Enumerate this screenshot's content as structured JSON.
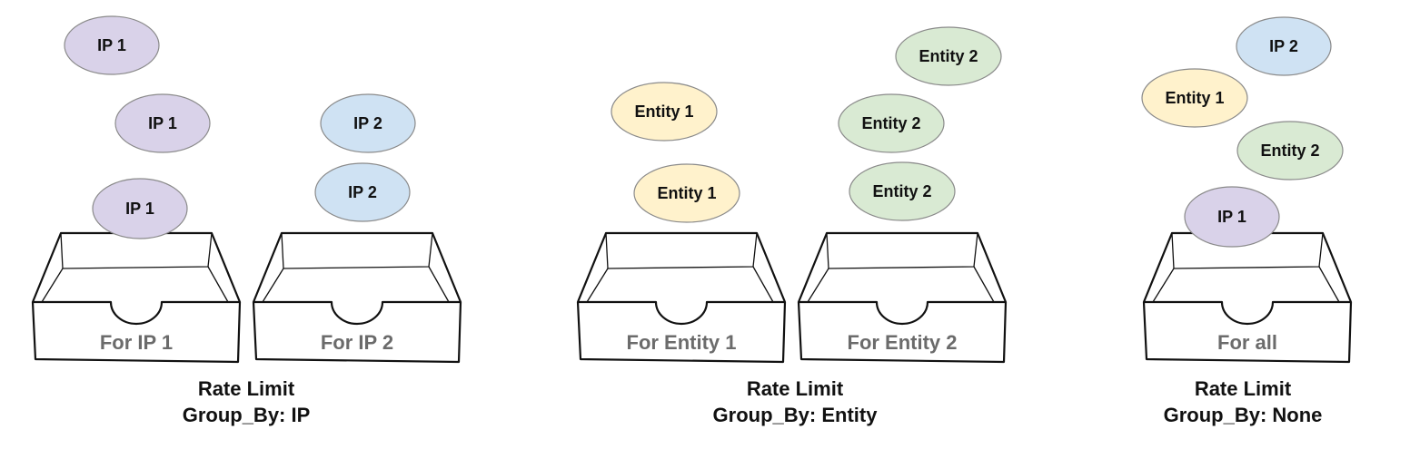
{
  "colors": {
    "ip1": "#d9d2e9",
    "ip2": "#cfe2f3",
    "entity1": "#fff2cc",
    "entity2": "#d9ead3",
    "ball_stroke": "#8a8a8a",
    "tray_label": "#6b6b6b"
  },
  "groups": [
    {
      "caption_line1": "Rate Limit",
      "caption_line2": "Group_By: IP",
      "trays": [
        {
          "label": "For IP 1",
          "balls": [
            {
              "label": "IP 1",
              "color": "ip1"
            },
            {
              "label": "IP 1",
              "color": "ip1"
            },
            {
              "label": "IP 1",
              "color": "ip1"
            }
          ]
        },
        {
          "label": "For IP 2",
          "balls": [
            {
              "label": "IP 2",
              "color": "ip2"
            },
            {
              "label": "IP 2",
              "color": "ip2"
            }
          ]
        }
      ]
    },
    {
      "caption_line1": "Rate Limit",
      "caption_line2": "Group_By: Entity",
      "trays": [
        {
          "label": "For Entity 1",
          "balls": [
            {
              "label": "Entity 1",
              "color": "entity1"
            },
            {
              "label": "Entity 1",
              "color": "entity1"
            }
          ]
        },
        {
          "label": "For Entity 2",
          "balls": [
            {
              "label": "Entity 2",
              "color": "entity2"
            },
            {
              "label": "Entity 2",
              "color": "entity2"
            },
            {
              "label": "Entity 2",
              "color": "entity2"
            }
          ]
        }
      ]
    },
    {
      "caption_line1": "Rate Limit",
      "caption_line2": "Group_By: None",
      "trays": [
        {
          "label": "For all",
          "balls": [
            {
              "label": "IP 2",
              "color": "ip2"
            },
            {
              "label": "Entity 1",
              "color": "entity1"
            },
            {
              "label": "Entity 2",
              "color": "entity2"
            },
            {
              "label": "IP 1",
              "color": "ip1"
            }
          ]
        }
      ]
    }
  ]
}
